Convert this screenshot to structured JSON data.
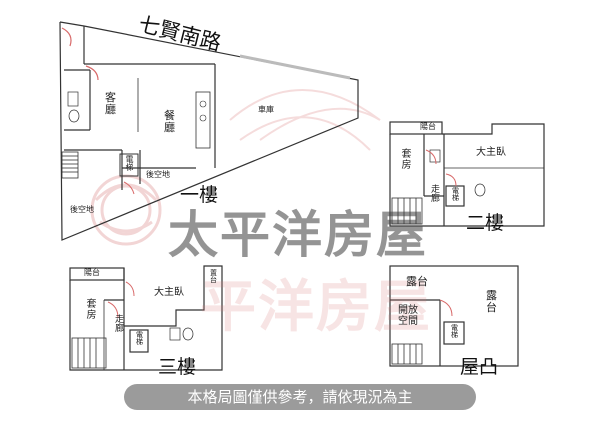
{
  "road_name": "七賢南路",
  "watermark": {
    "logo_text": "太平洋房屋",
    "faint_text": "平洋房屋"
  },
  "floor1": {
    "title": "一樓",
    "rooms": {
      "living": "客廳",
      "dining": "餐廳",
      "garage": "車庫",
      "elevator": "電梯",
      "back_yard_1": "後空地",
      "back_yard_2": "後空地"
    }
  },
  "floor2": {
    "title": "二樓",
    "rooms": {
      "balcony": "陽台",
      "suite": "套房",
      "master": "大主臥",
      "corridor": "走廊",
      "elevator": "電梯"
    }
  },
  "floor3": {
    "title": "三樓",
    "rooms": {
      "balcony": "陽台",
      "suite": "套房",
      "master": "大主臥",
      "corridor": "走廊",
      "elevator": "電梯",
      "storage": "置台"
    }
  },
  "roof": {
    "title": "屋凸",
    "rooms": {
      "terrace_1": "露台",
      "terrace_2": "露台",
      "open_space": "開放空間",
      "elevator": "電梯"
    }
  },
  "disclaimer": "本格局圖僅供參考，請依現況為主",
  "colors": {
    "wall": "#333333",
    "door": "#d86a6a",
    "watermark": "#e6a3a3"
  }
}
